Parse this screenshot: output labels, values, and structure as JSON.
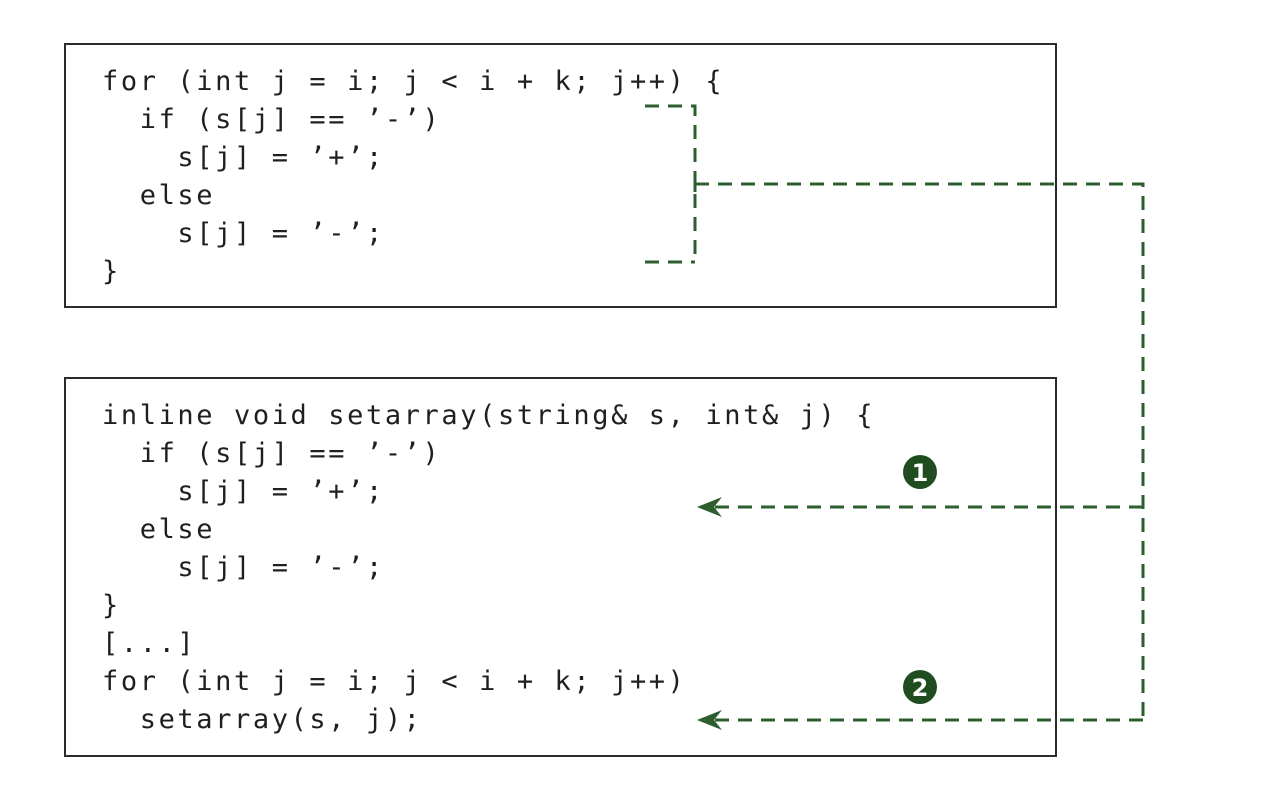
{
  "top_code": {
    "lines": [
      "for (int j = i; j < i + k; j++) {",
      "  if (s[j] == ’-’)",
      "    s[j] = ’+’;",
      "  else",
      "    s[j] = ’-’;",
      "}"
    ]
  },
  "bottom_code": {
    "lines": [
      "inline void setarray(string& s, int& j) {",
      "  if (s[j] == ’-’)",
      "    s[j] = ’+’;",
      "  else",
      "    s[j] = ’-’;",
      "}",
      "[...]",
      "for (int j = i; j < i + k; j++)",
      "  setarray(s, j);"
    ]
  },
  "markers": {
    "first": "1",
    "second": "2"
  },
  "colors": {
    "arrow": "#2e5e2e",
    "marker_fill": "#1f4d1f",
    "border": "#2b2b2b"
  }
}
